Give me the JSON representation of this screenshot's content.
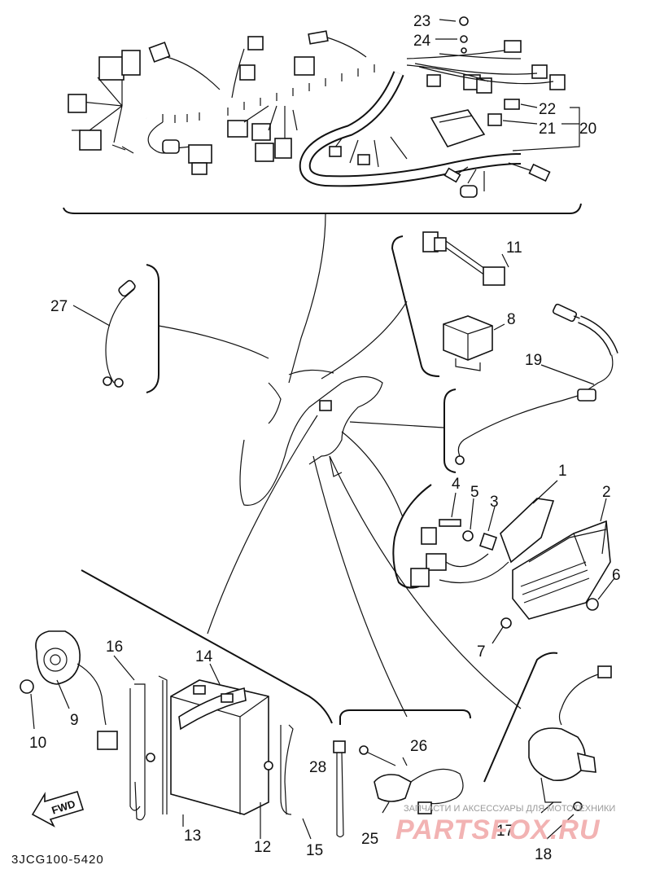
{
  "diagram": {
    "code": "3JCG100-5420",
    "fwd_label": "FWD",
    "part_labels": [
      "1",
      "2",
      "3",
      "4",
      "5",
      "6",
      "7",
      "8",
      "9",
      "10",
      "11",
      "12",
      "13",
      "14",
      "15",
      "16",
      "17",
      "18",
      "19",
      "20",
      "21",
      "22",
      "23",
      "24",
      "25",
      "26",
      "27",
      "28"
    ]
  },
  "watermark": {
    "caption": "ЗАПЧАСТИ И АКСЕССУАРЫ ДЛЯ МОТОТЕХНИКИ",
    "brand": "PARTSFOX.RU"
  }
}
